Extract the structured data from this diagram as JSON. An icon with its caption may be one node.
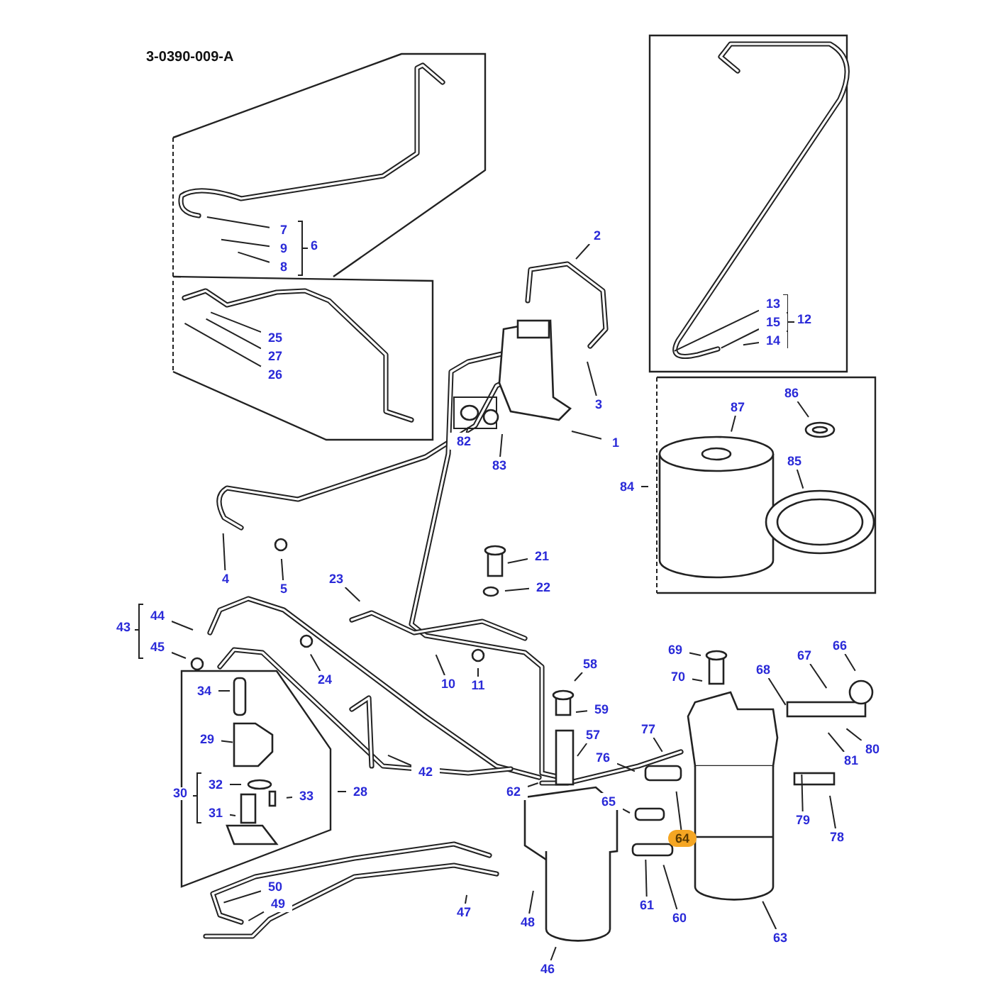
{
  "diagram": {
    "nodes": [
      {
        "text": [
          "7"
        ]
      },
      {
        "text": [
          "9"
        ]
      },
      {
        "text": [
          "8"
        ]
      },
      {
        "text": [
          "25"
        ]
      },
      {
        "text": [
          "27"
        ]
      },
      {
        "text": [
          "26"
        ]
      },
      {
        "text": [
          "2"
        ]
      },
      {
        "text": [
          "13"
        ]
      },
      {
        "text": [
          "15"
        ]
      },
      {
        "text": [
          "14"
        ]
      },
      {
        "text": [
          "3"
        ]
      },
      {
        "text": [
          "87"
        ]
      },
      {
        "text": [
          "86"
        ]
      },
      {
        "text": [
          "1"
        ]
      },
      {
        "text": [
          "82"
        ]
      },
      {
        "text": [
          "83"
        ]
      },
      {
        "text": [
          "84"
        ]
      },
      {
        "text": [
          "85"
        ]
      },
      {
        "text": [
          "21"
        ]
      },
      {
        "text": [
          "4"
        ]
      },
      {
        "text": [
          "5"
        ]
      },
      {
        "text": [
          "23"
        ]
      },
      {
        "text": [
          "22"
        ]
      },
      {
        "text": [
          "44"
        ]
      },
      {
        "text": [
          "45"
        ]
      },
      {
        "text": [
          "24"
        ]
      },
      {
        "text": [
          "10"
        ]
      },
      {
        "text": [
          "11"
        ]
      },
      {
        "text": [
          "58"
        ]
      },
      {
        "text": [
          "69"
        ]
      },
      {
        "text": [
          "66"
        ]
      },
      {
        "text": [
          "70"
        ]
      },
      {
        "text": [
          "67"
        ]
      },
      {
        "text": [
          "68"
        ]
      },
      {
        "text": [
          "34"
        ]
      },
      {
        "text": [
          "59"
        ]
      },
      {
        "text": [
          "57"
        ]
      },
      {
        "text": [
          "77"
        ]
      },
      {
        "text": [
          "29"
        ]
      },
      {
        "text": [
          "80"
        ]
      },
      {
        "text": [
          "76"
        ]
      },
      {
        "text": [
          "81"
        ]
      },
      {
        "text": [
          "42"
        ]
      },
      {
        "text": [
          "32"
        ]
      },
      {
        "text": [
          "28"
        ]
      },
      {
        "text": [
          "62"
        ]
      },
      {
        "text": [
          "33"
        ]
      },
      {
        "text": [
          "65"
        ]
      },
      {
        "text": [
          "31"
        ]
      },
      {
        "text": [
          "79"
        ]
      },
      {
        "text": [
          "78"
        ]
      },
      {
        "text": [
          "64"
        ]
      },
      {
        "text": [
          "50"
        ]
      },
      {
        "text": [
          "49"
        ]
      },
      {
        "text": [
          "61"
        ]
      },
      {
        "text": [
          "47"
        ]
      },
      {
        "text": [
          "60"
        ]
      },
      {
        "text": [
          "48"
        ]
      },
      {
        "text": [
          "63"
        ]
      },
      {
        "text": [
          "46"
        ]
      }
    ],
    "edges": [
      {
        "from": 0,
        "to": null,
        "arrow": "none"
      },
      {
        "from": 1,
        "to": null,
        "arrow": "none"
      },
      {
        "from": 2,
        "to": null,
        "arrow": "none"
      },
      {
        "from": 3,
        "to": null,
        "arrow": "none"
      },
      {
        "from": 4,
        "to": null,
        "arrow": "none"
      },
      {
        "from": 5,
        "to": null,
        "arrow": "none"
      },
      {
        "from": 6,
        "to": null,
        "arrow": "none"
      },
      {
        "from": 7,
        "to": null,
        "arrow": "none"
      },
      {
        "from": 8,
        "to": null,
        "arrow": "none"
      },
      {
        "from": 9,
        "to": null,
        "arrow": "none"
      },
      {
        "from": 10,
        "to": null,
        "arrow": "none"
      },
      {
        "from": 11,
        "to": null,
        "arrow": "none"
      },
      {
        "from": 12,
        "to": null,
        "arrow": "none"
      },
      {
        "from": 13,
        "to": null,
        "arrow": "none"
      },
      {
        "from": 14,
        "to": null,
        "arrow": "none"
      },
      {
        "from": 15,
        "to": null,
        "arrow": "none"
      },
      {
        "from": 16,
        "to": null,
        "arrow": "none"
      },
      {
        "from": 17,
        "to": null,
        "arrow": "none"
      },
      {
        "from": 18,
        "to": null,
        "arrow": "none"
      },
      {
        "from": 19,
        "to": null,
        "arrow": "none"
      },
      {
        "from": 20,
        "to": null,
        "arrow": "none"
      },
      {
        "from": 21,
        "to": null,
        "arrow": "none"
      },
      {
        "from": 22,
        "to": null,
        "arrow": "none"
      },
      {
        "from": 23,
        "to": null,
        "arrow": "none"
      },
      {
        "from": 24,
        "to": null,
        "arrow": "none"
      },
      {
        "from": 25,
        "to": null,
        "arrow": "none"
      },
      {
        "from": 26,
        "to": null,
        "arrow": "none"
      },
      {
        "from": 27,
        "to": null,
        "arrow": "none"
      },
      {
        "from": 28,
        "to": null,
        "arrow": "none"
      },
      {
        "from": 29,
        "to": null,
        "arrow": "none"
      },
      {
        "from": 30,
        "to": null,
        "arrow": "none"
      },
      {
        "from": 31,
        "to": null,
        "arrow": "none"
      },
      {
        "from": 32,
        "to": null,
        "arrow": "none"
      },
      {
        "from": 33,
        "to": null,
        "arrow": "none"
      },
      {
        "from": 34,
        "to": null,
        "arrow": "none"
      },
      {
        "from": 35,
        "to": null,
        "arrow": "none"
      },
      {
        "from": 36,
        "to": null,
        "arrow": "none"
      },
      {
        "from": 37,
        "to": null,
        "arrow": "none"
      },
      {
        "from": 38,
        "to": null,
        "arrow": "none"
      },
      {
        "from": 39,
        "to": null,
        "arrow": "none"
      },
      {
        "from": 40,
        "to": null,
        "arrow": "none"
      },
      {
        "from": 41,
        "to": null,
        "arrow": "none"
      },
      {
        "from": 42,
        "to": null,
        "arrow": "none"
      },
      {
        "from": 43,
        "to": null,
        "arrow": "none"
      },
      {
        "from": 44,
        "to": null,
        "arrow": "none"
      },
      {
        "from": 45,
        "to": null,
        "arrow": "none"
      },
      {
        "from": 46,
        "to": null,
        "arrow": "none"
      },
      {
        "from": 47,
        "to": null,
        "arrow": "none"
      },
      {
        "from": 48,
        "to": null,
        "arrow": "none"
      },
      {
        "from": 49,
        "to": null,
        "arrow": "none"
      },
      {
        "from": 50,
        "to": null,
        "arrow": "none"
      },
      {
        "from": 51,
        "to": null,
        "arrow": "none"
      },
      {
        "from": 52,
        "to": null,
        "arrow": "none"
      },
      {
        "from": 53,
        "to": null,
        "arrow": "none"
      },
      {
        "from": 54,
        "to": null,
        "arrow": "none"
      },
      {
        "from": 55,
        "to": null,
        "arrow": "none"
      },
      {
        "from": 56,
        "to": null,
        "arrow": "none"
      },
      {
        "from": 57,
        "to": null,
        "arrow": "none"
      },
      {
        "from": 58,
        "to": null,
        "arrow": "none"
      },
      {
        "from": 59,
        "to": null,
        "arrow": "none"
      }
    ],
    "labels": [
      "3-0390-009-A",
      "6",
      "12",
      "43",
      "30"
    ]
  }
}
